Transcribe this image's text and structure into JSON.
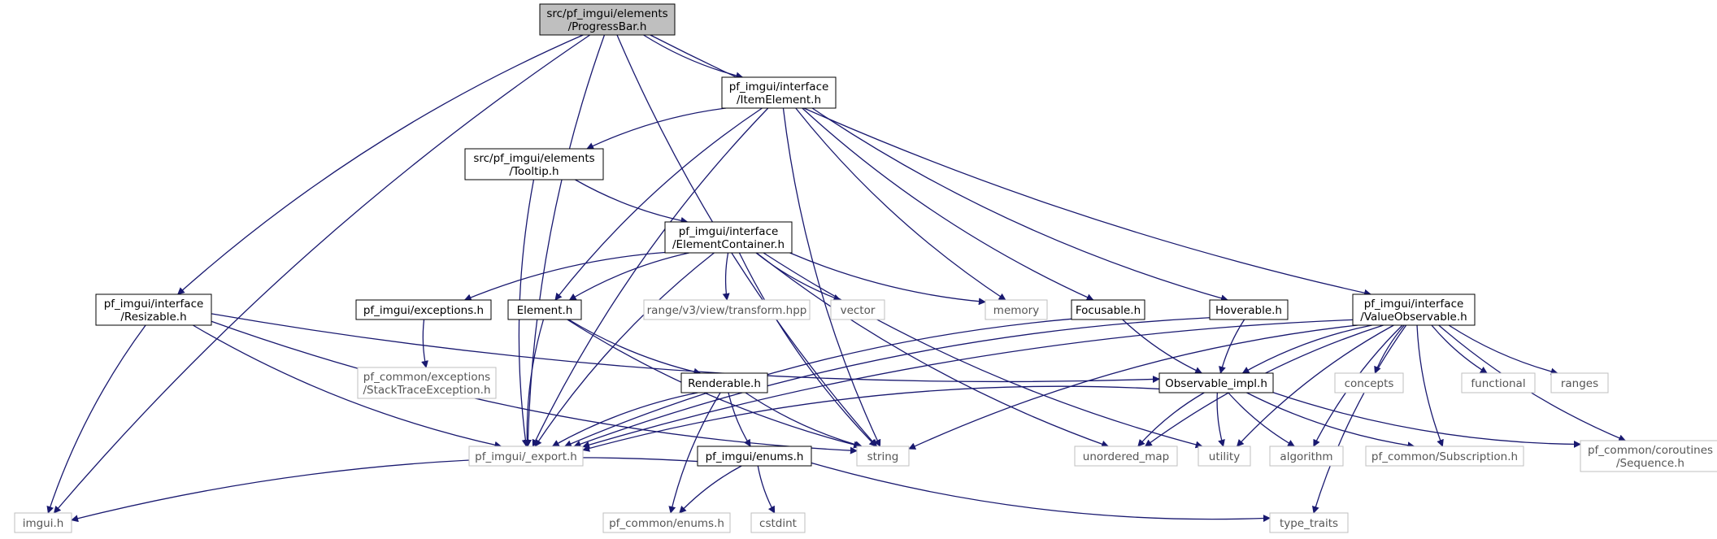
{
  "colors": {
    "edge": "#191970",
    "root_fill": "#bfbfbf",
    "node_border": "#000000",
    "external_border": "#bfbfbf",
    "background": "#ffffff"
  },
  "nodes": {
    "progressbar": {
      "lines": [
        "src/pf_imgui/elements",
        "/ProgressBar.h"
      ],
      "kind": "root"
    },
    "itemelement": {
      "lines": [
        "pf_imgui/interface",
        "/ItemElement.h"
      ],
      "kind": "internal"
    },
    "tooltip": {
      "lines": [
        "src/pf_imgui/elements",
        "/Tooltip.h"
      ],
      "kind": "internal"
    },
    "elementcontainer": {
      "lines": [
        "pf_imgui/interface",
        "/ElementContainer.h"
      ],
      "kind": "internal"
    },
    "resizable": {
      "lines": [
        "pf_imgui/interface",
        "/Resizable.h"
      ],
      "kind": "internal"
    },
    "exceptions": {
      "lines": [
        "pf_imgui/exceptions.h"
      ],
      "kind": "internal"
    },
    "element": {
      "lines": [
        "Element.h"
      ],
      "kind": "internal"
    },
    "transform": {
      "lines": [
        "range/v3/view/transform.hpp"
      ],
      "kind": "external"
    },
    "vector": {
      "lines": [
        "vector"
      ],
      "kind": "external"
    },
    "memory": {
      "lines": [
        "memory"
      ],
      "kind": "external"
    },
    "focusable": {
      "lines": [
        "Focusable.h"
      ],
      "kind": "internal"
    },
    "hoverable": {
      "lines": [
        "Hoverable.h"
      ],
      "kind": "internal"
    },
    "valueobservable": {
      "lines": [
        "pf_imgui/interface",
        "/ValueObservable.h"
      ],
      "kind": "internal"
    },
    "stacktrace": {
      "lines": [
        "pf_common/exceptions",
        "/StackTraceException.h"
      ],
      "kind": "external"
    },
    "renderable": {
      "lines": [
        "Renderable.h"
      ],
      "kind": "internal"
    },
    "observable_impl": {
      "lines": [
        "Observable_impl.h"
      ],
      "kind": "internal"
    },
    "concepts": {
      "lines": [
        "concepts"
      ],
      "kind": "external"
    },
    "functional": {
      "lines": [
        "functional"
      ],
      "kind": "external"
    },
    "ranges": {
      "lines": [
        "ranges"
      ],
      "kind": "external"
    },
    "export": {
      "lines": [
        "pf_imgui/_export.h"
      ],
      "kind": "external"
    },
    "string": {
      "lines": [
        "string"
      ],
      "kind": "external"
    },
    "unordered_map": {
      "lines": [
        "unordered_map"
      ],
      "kind": "external"
    },
    "utility": {
      "lines": [
        "utility"
      ],
      "kind": "external"
    },
    "algorithm": {
      "lines": [
        "algorithm"
      ],
      "kind": "external"
    },
    "subscription": {
      "lines": [
        "pf_common/Subscription.h"
      ],
      "kind": "external"
    },
    "sequence": {
      "lines": [
        "pf_common/coroutines",
        "/Sequence.h"
      ],
      "kind": "external"
    },
    "enums": {
      "lines": [
        "pf_imgui/enums.h"
      ],
      "kind": "internal"
    },
    "imgui": {
      "lines": [
        "imgui.h"
      ],
      "kind": "external"
    },
    "common_enums": {
      "lines": [
        "pf_common/enums.h"
      ],
      "kind": "external"
    },
    "cstdint": {
      "lines": [
        "cstdint"
      ],
      "kind": "external"
    },
    "type_traits": {
      "lines": [
        "type_traits"
      ],
      "kind": "external"
    }
  },
  "edges": [
    [
      "progressbar",
      "itemelement"
    ],
    [
      "progressbar",
      "resizable"
    ],
    [
      "progressbar",
      "valueobservable"
    ],
    [
      "progressbar",
      "export"
    ],
    [
      "progressbar",
      "imgui"
    ],
    [
      "progressbar",
      "string"
    ],
    [
      "itemelement",
      "tooltip"
    ],
    [
      "itemelement",
      "element"
    ],
    [
      "itemelement",
      "memory"
    ],
    [
      "itemelement",
      "focusable"
    ],
    [
      "itemelement",
      "hoverable"
    ],
    [
      "itemelement",
      "export"
    ],
    [
      "itemelement",
      "string"
    ],
    [
      "tooltip",
      "elementcontainer"
    ],
    [
      "tooltip",
      "export"
    ],
    [
      "elementcontainer",
      "exceptions"
    ],
    [
      "elementcontainer",
      "element"
    ],
    [
      "elementcontainer",
      "transform"
    ],
    [
      "elementcontainer",
      "vector"
    ],
    [
      "elementcontainer",
      "memory"
    ],
    [
      "elementcontainer",
      "export"
    ],
    [
      "elementcontainer",
      "string"
    ],
    [
      "elementcontainer",
      "unordered_map"
    ],
    [
      "elementcontainer",
      "utility"
    ],
    [
      "resizable",
      "observable_impl"
    ],
    [
      "resizable",
      "export"
    ],
    [
      "resizable",
      "imgui"
    ],
    [
      "resizable",
      "string"
    ],
    [
      "exceptions",
      "stacktrace"
    ],
    [
      "element",
      "renderable"
    ],
    [
      "element",
      "export"
    ],
    [
      "element",
      "string"
    ],
    [
      "focusable",
      "observable_impl"
    ],
    [
      "focusable",
      "export"
    ],
    [
      "hoverable",
      "observable_impl"
    ],
    [
      "hoverable",
      "export"
    ],
    [
      "valueobservable",
      "observable_impl"
    ],
    [
      "valueobservable",
      "concepts"
    ],
    [
      "valueobservable",
      "functional"
    ],
    [
      "valueobservable",
      "ranges"
    ],
    [
      "valueobservable",
      "export"
    ],
    [
      "valueobservable",
      "string"
    ],
    [
      "valueobservable",
      "unordered_map"
    ],
    [
      "valueobservable",
      "utility"
    ],
    [
      "valueobservable",
      "algorithm"
    ],
    [
      "valueobservable",
      "subscription"
    ],
    [
      "valueobservable",
      "sequence"
    ],
    [
      "valueobservable",
      "type_traits"
    ],
    [
      "renderable",
      "enums"
    ],
    [
      "renderable",
      "export"
    ],
    [
      "renderable",
      "string"
    ],
    [
      "renderable",
      "common_enums"
    ],
    [
      "observable_impl",
      "export"
    ],
    [
      "observable_impl",
      "unordered_map"
    ],
    [
      "observable_impl",
      "utility"
    ],
    [
      "observable_impl",
      "algorithm"
    ],
    [
      "observable_impl",
      "subscription"
    ],
    [
      "observable_impl",
      "sequence"
    ],
    [
      "enums",
      "imgui"
    ],
    [
      "enums",
      "common_enums"
    ],
    [
      "enums",
      "cstdint"
    ],
    [
      "enums",
      "type_traits"
    ]
  ]
}
